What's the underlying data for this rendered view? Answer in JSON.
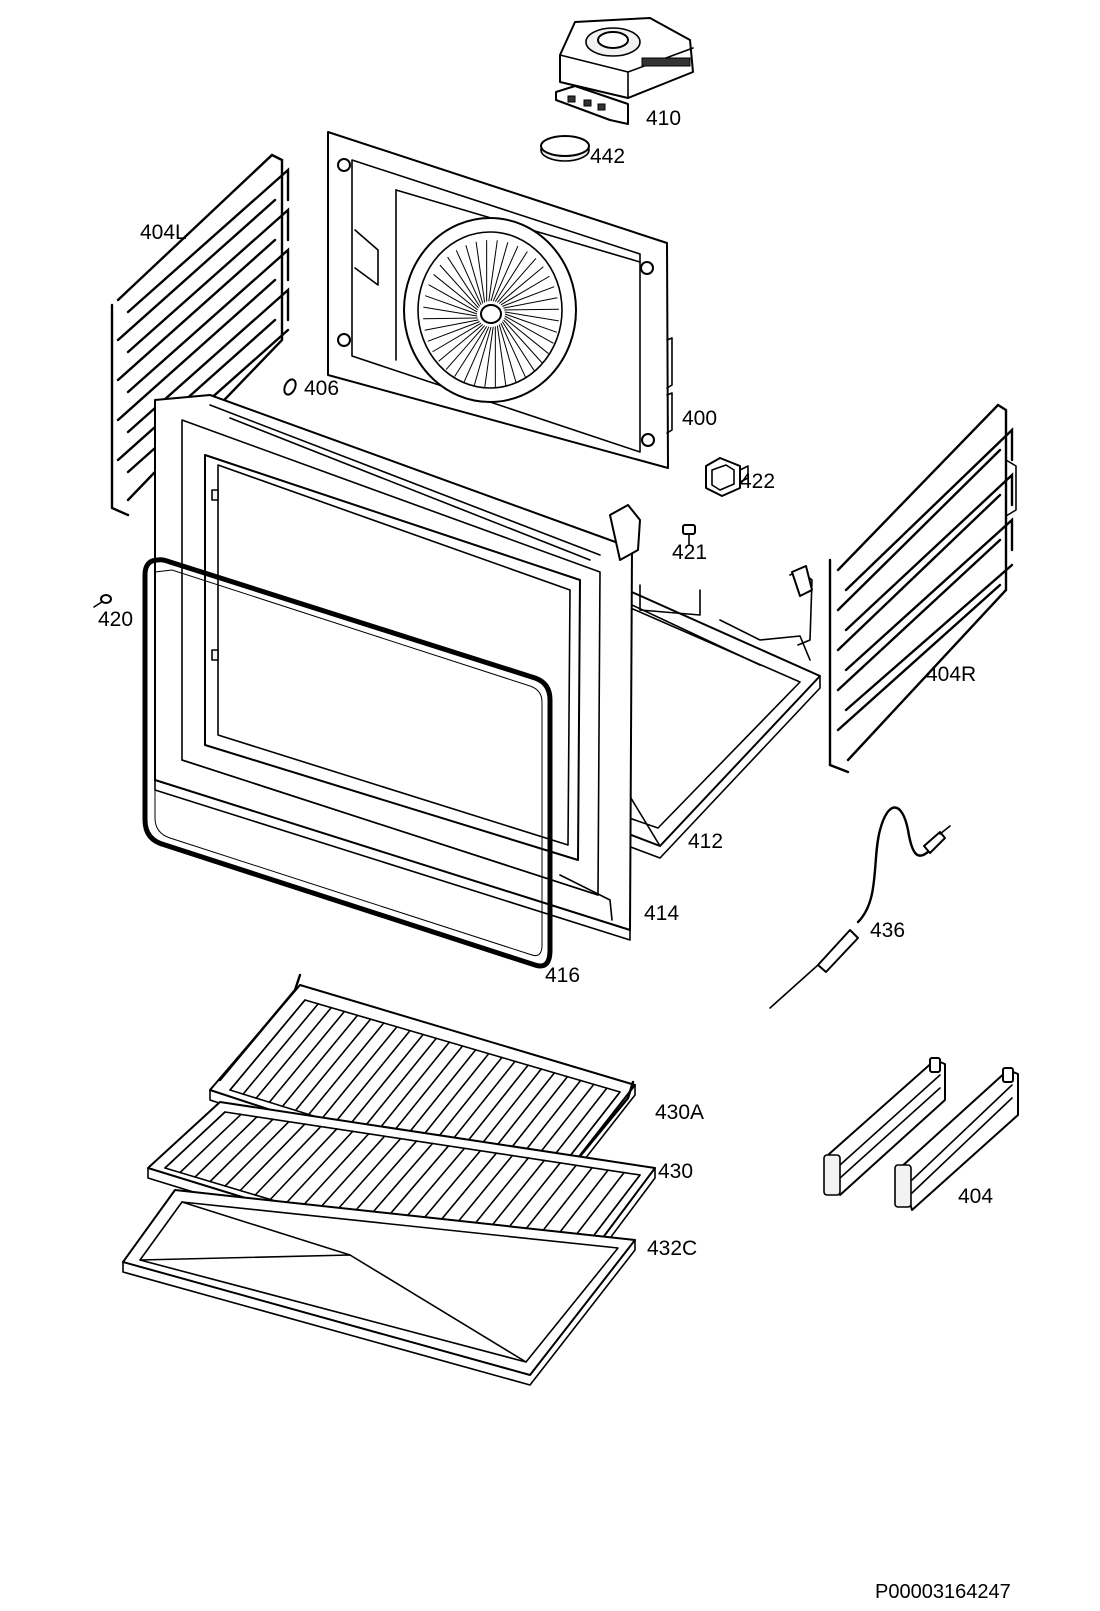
{
  "labels": {
    "p410": "410",
    "p442": "442",
    "p404L": "404L",
    "p406": "406",
    "p400": "400",
    "p422": "422",
    "p421": "421",
    "p420": "420",
    "p404R": "404R",
    "p412": "412",
    "p414": "414",
    "p416": "416",
    "p436": "436",
    "p430A": "430A",
    "p430": "430",
    "p432C": "432C",
    "p404": "404"
  },
  "reference": "P00003164247"
}
